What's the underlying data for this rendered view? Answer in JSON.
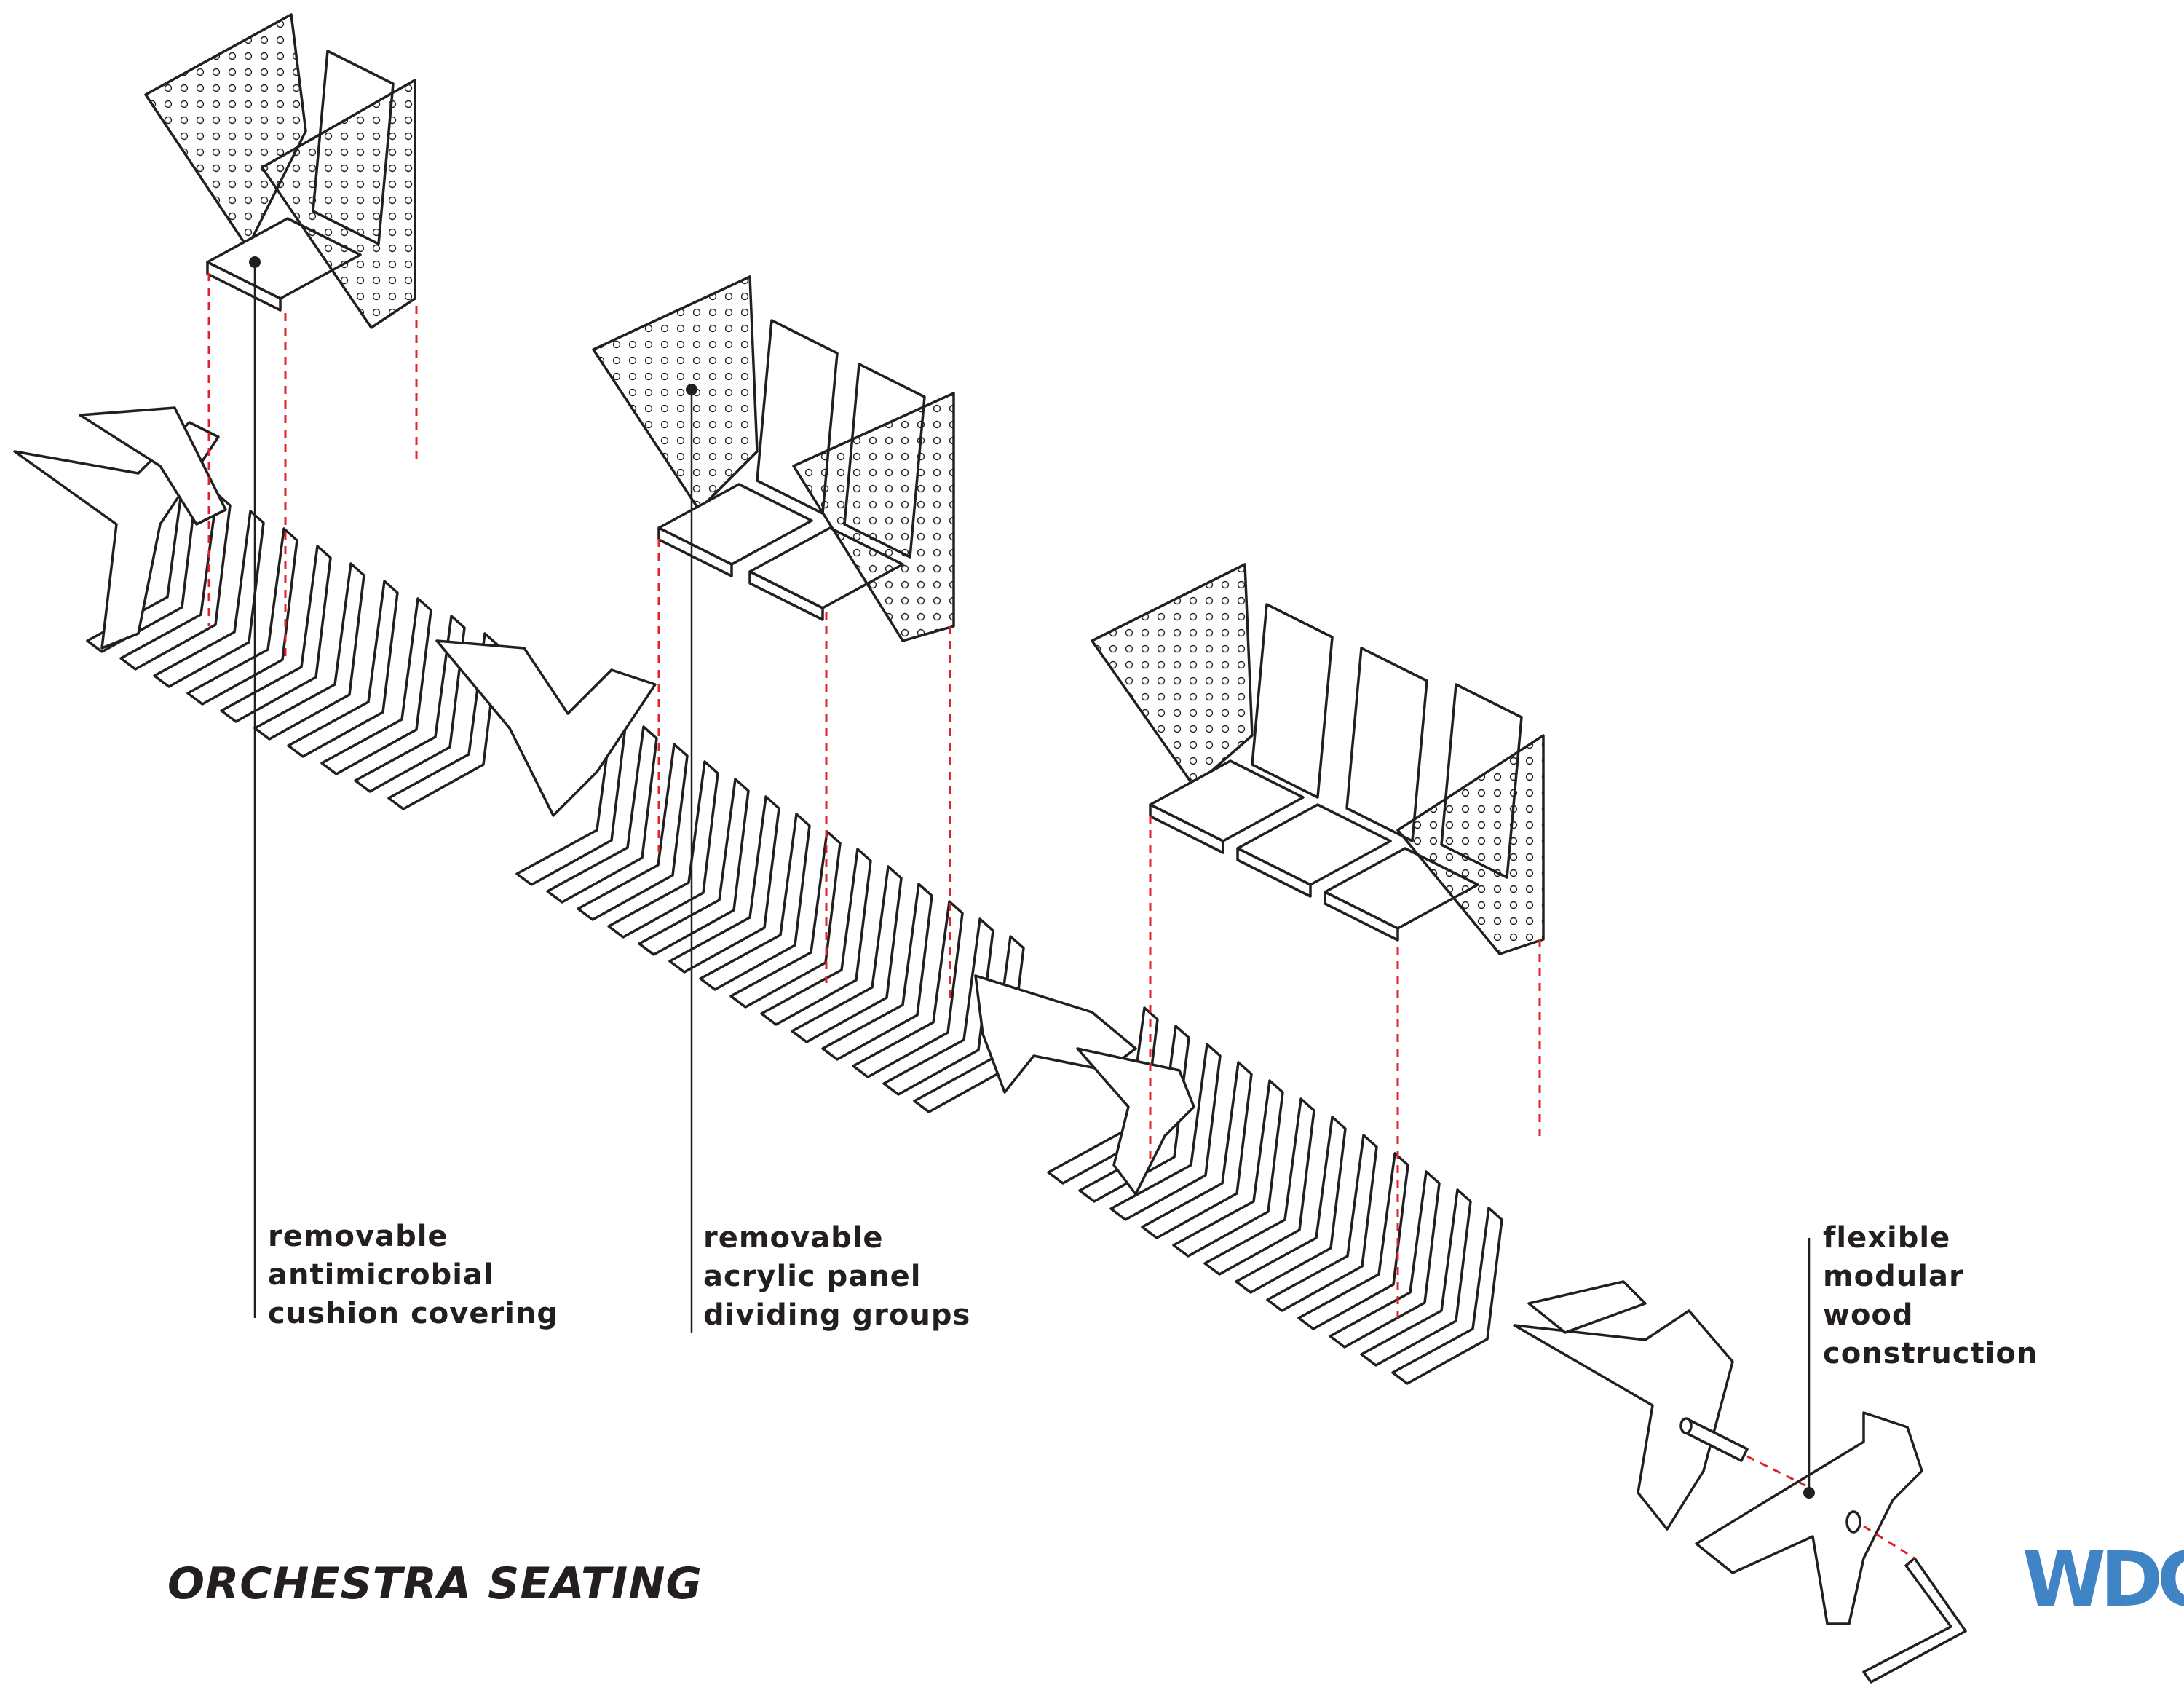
{
  "callouts": [
    {
      "name": "cushion",
      "lines": [
        "removable",
        "antimicrobial",
        "cushion covering"
      ]
    },
    {
      "name": "panel",
      "lines": [
        "removable",
        "acrylic panel",
        "dividing groups"
      ]
    },
    {
      "name": "construction",
      "lines": [
        "flexible",
        "modular",
        "wood",
        "construction"
      ]
    }
  ],
  "title": "ORCHESTRA SEATING",
  "logo": "WDG",
  "colors": {
    "ink": "#231f20",
    "dash": "#e0232b",
    "brand": "#3f84c4",
    "paper": "#ffffff"
  }
}
